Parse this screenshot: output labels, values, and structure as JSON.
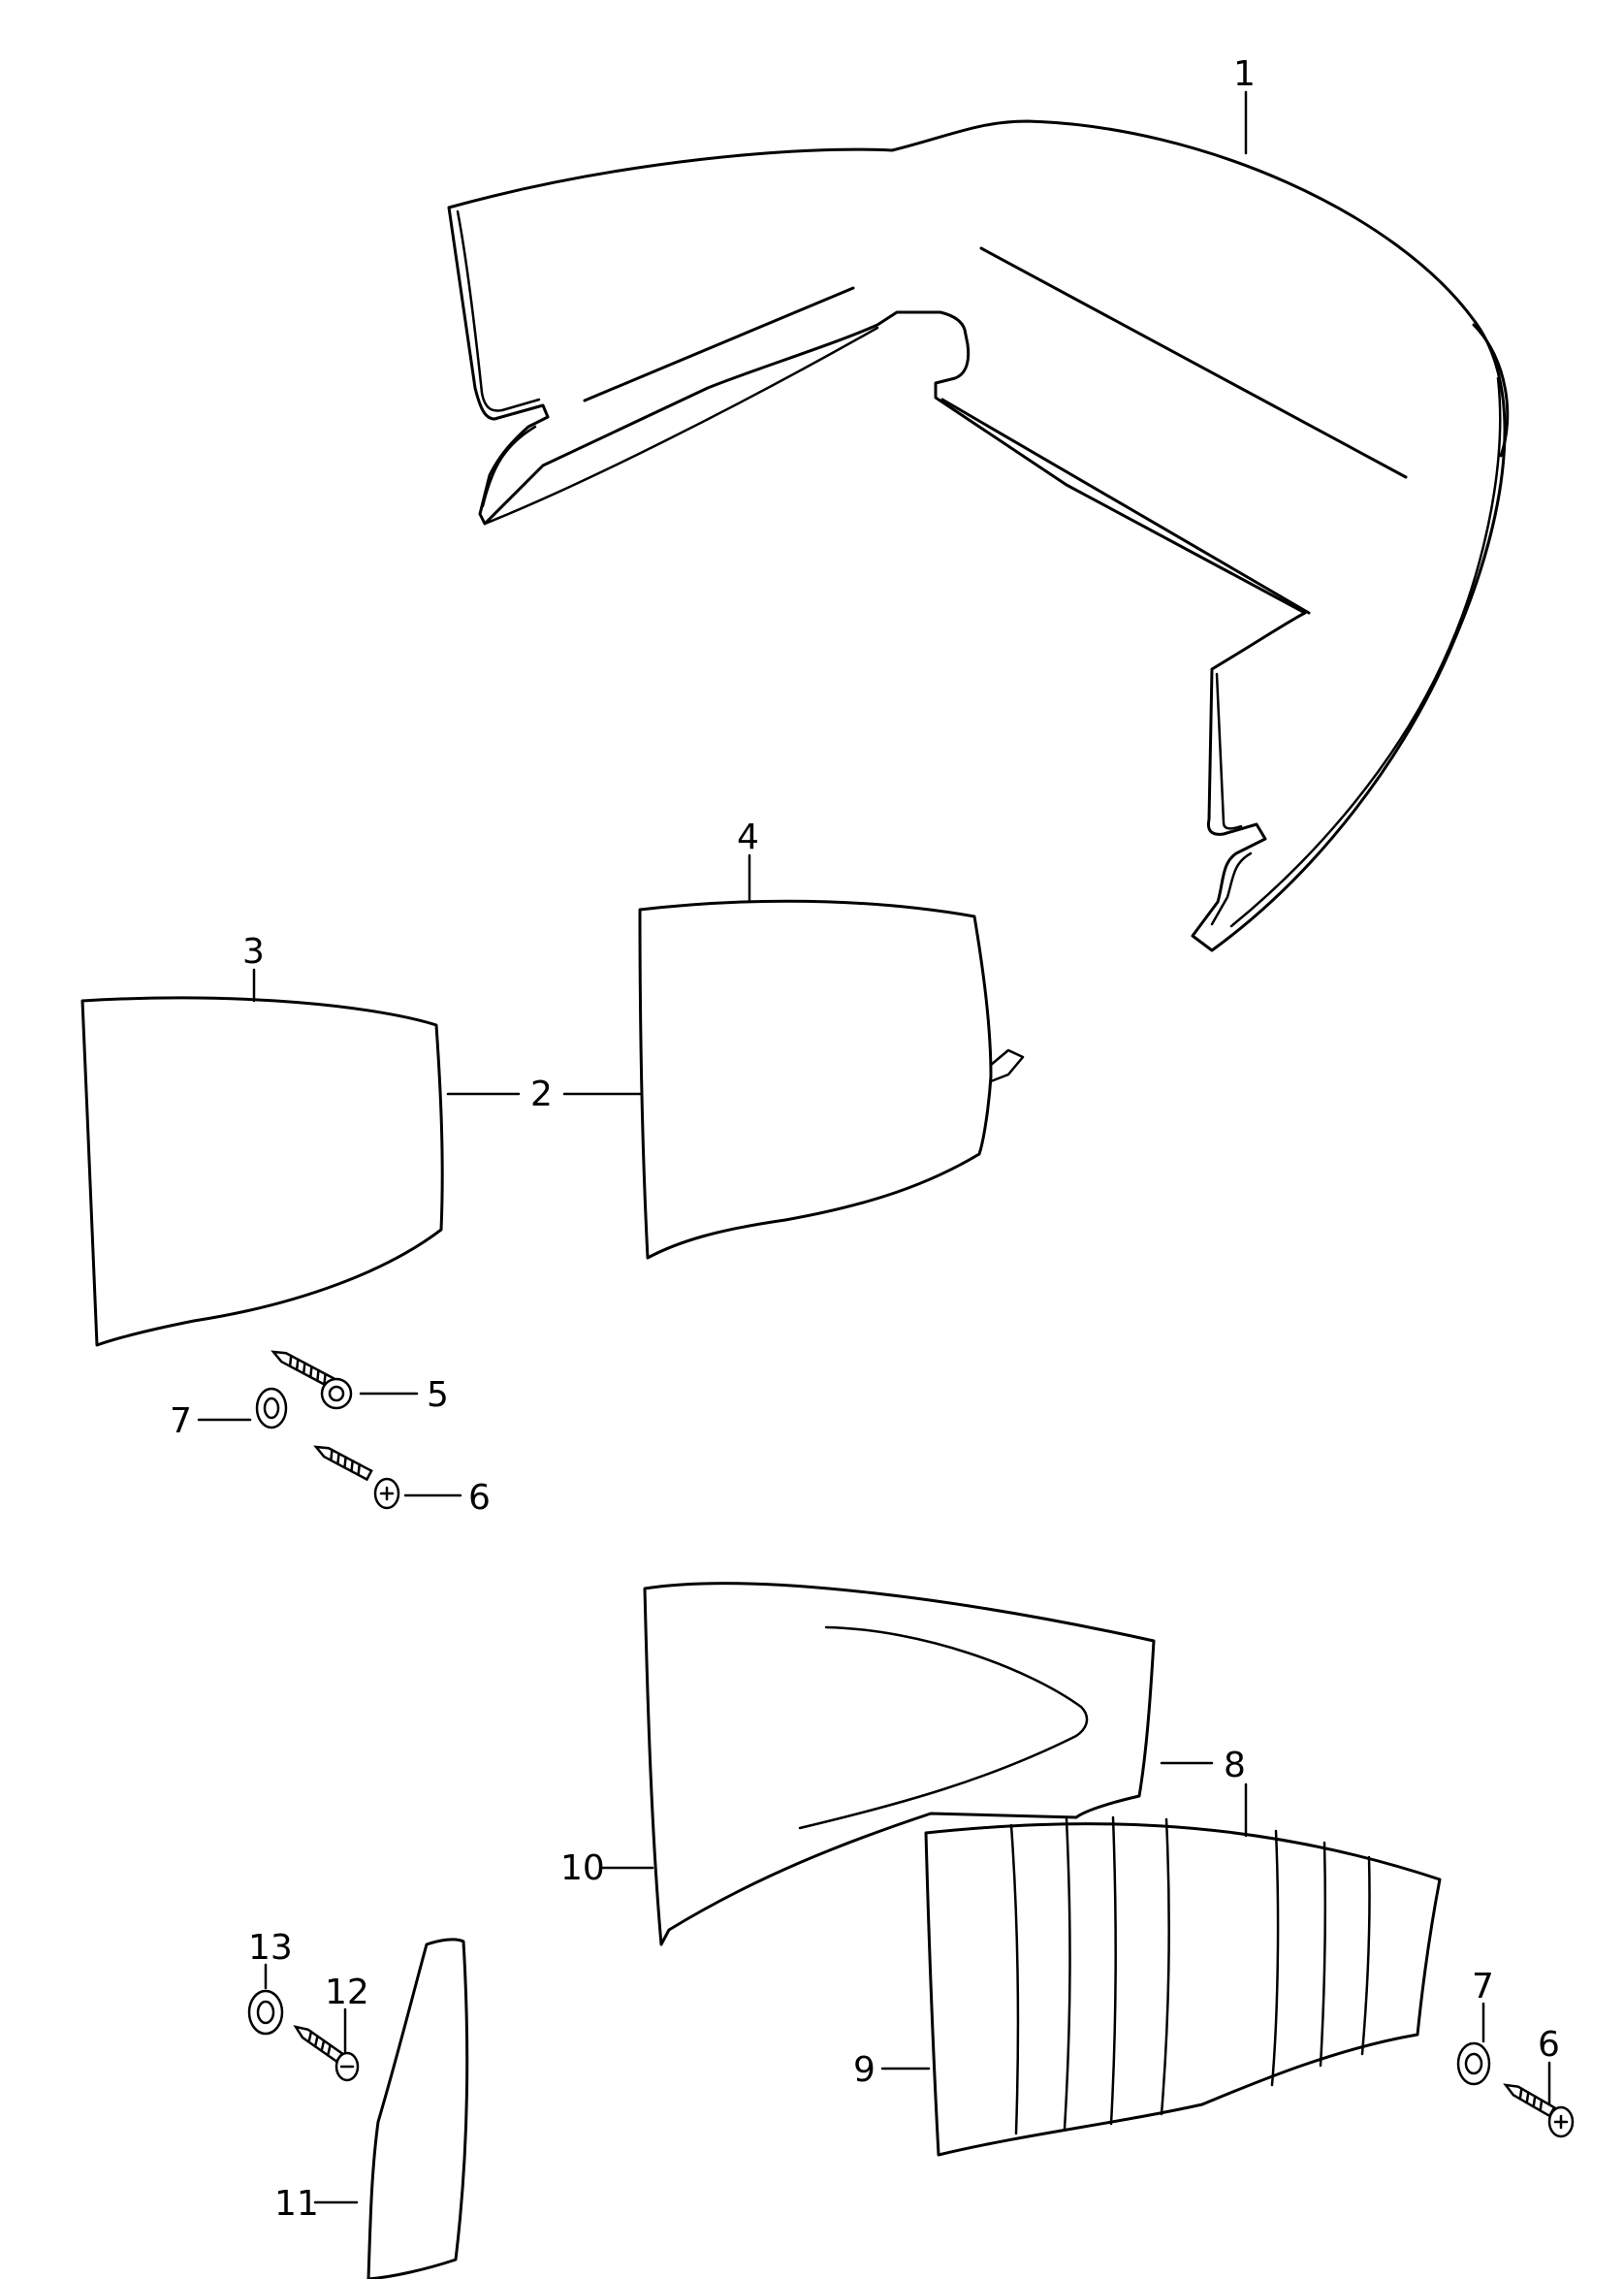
{
  "diagram": {
    "callouts": {
      "c1": "1",
      "c2": "2",
      "c3": "3",
      "c4": "4",
      "c5": "5",
      "c6a": "6",
      "c7a": "7",
      "c8": "8",
      "c9": "9",
      "c10": "10",
      "c11": "11",
      "c12": "12",
      "c13": "13",
      "c7b": "7",
      "c6b": "6"
    },
    "line_color": "#000000",
    "background": "#ffffff"
  }
}
